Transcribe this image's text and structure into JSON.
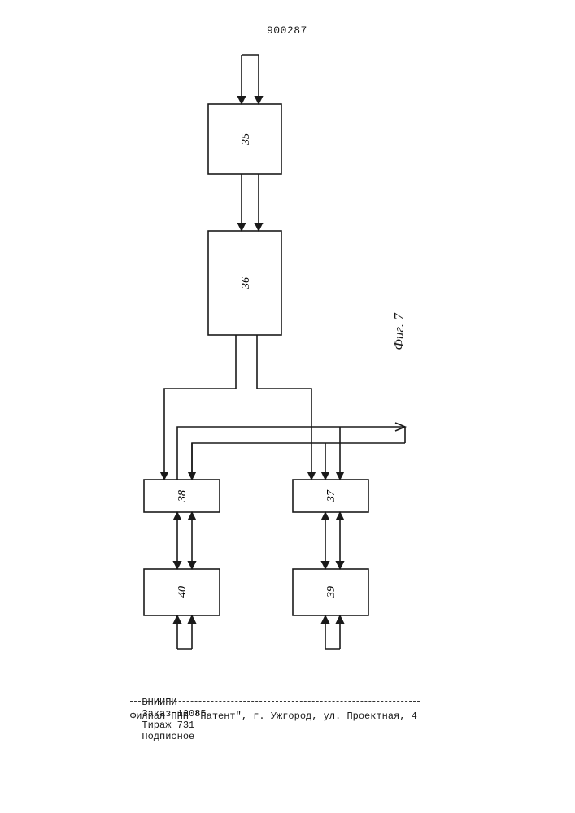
{
  "header": {
    "patent_number": "900287"
  },
  "figure": {
    "label": "Фиг. 7"
  },
  "blocks": [
    {
      "id": "35",
      "label": "35"
    },
    {
      "id": "36",
      "label": "36"
    },
    {
      "id": "37",
      "label": "37"
    },
    {
      "id": "38",
      "label": "38"
    },
    {
      "id": "39",
      "label": "39"
    },
    {
      "id": "40",
      "label": "40"
    }
  ],
  "footer": {
    "org": "ВНИИПИ",
    "order": "Заказ 12085",
    "print_run": "Тираж 731",
    "subscription": "Подписное",
    "address": "Филиал ППП \"Патент\", г. Ужгород, ул. Проектная, 4"
  }
}
